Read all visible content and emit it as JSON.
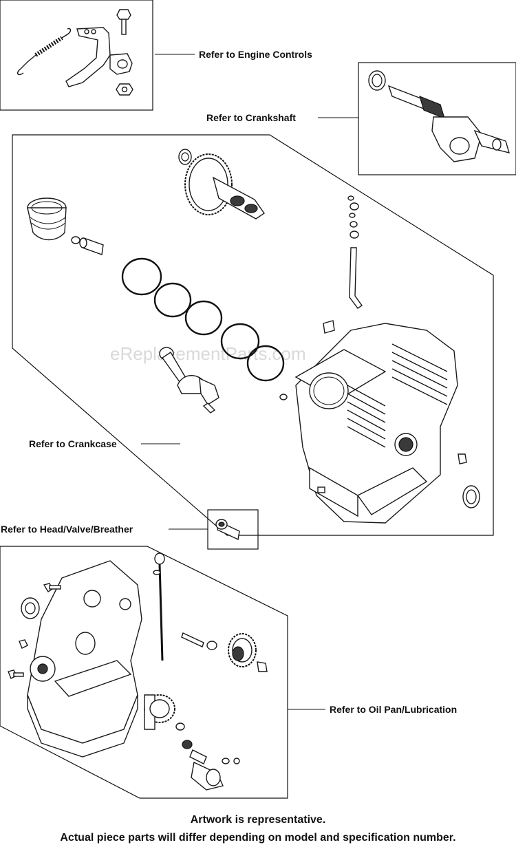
{
  "callouts": {
    "engine_controls": "Refer to Engine Controls",
    "crankshaft": "Refer to Crankshaft",
    "crankcase": "Refer to Crankcase",
    "head_valve_breather": "Refer to Head/Valve/Breather",
    "oil_pan_lubrication": "Refer to Oil Pan/Lubrication"
  },
  "watermark": "eReplacementParts.com",
  "footer": {
    "line1": "Artwork is representative.",
    "line2": "Actual piece parts will differ depending on model and specification number."
  }
}
